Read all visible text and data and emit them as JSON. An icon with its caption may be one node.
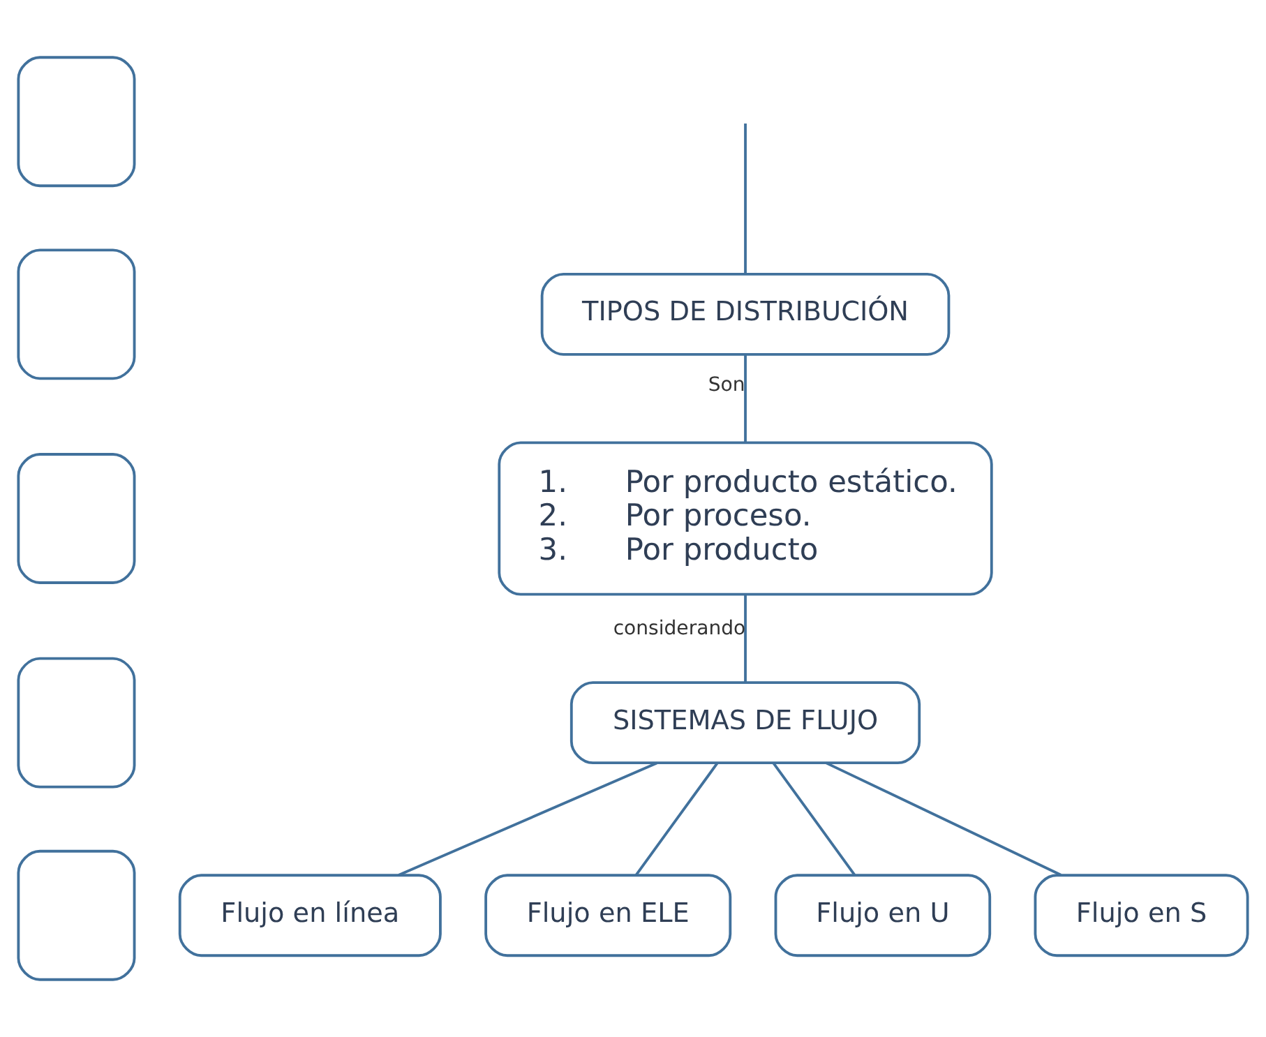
{
  "diagram": {
    "nodes": [
      {
        "text": [
          "TIPOS DE DISTRIBUCIÓN"
        ]
      },
      {
        "text": [
          "1.      Por producto estático.",
          "2.      Por proceso.",
          "3.      Por producto"
        ]
      },
      {
        "text": [
          "SISTEMAS DE FLUJO"
        ]
      },
      {
        "text": [
          "Flujo en línea"
        ]
      },
      {
        "text": [
          "Flujo en ELE"
        ]
      },
      {
        "text": [
          "Flujo en U"
        ]
      },
      {
        "text": [
          "Flujo en S"
        ]
      },
      {
        "text": [],
        "shape": "box"
      },
      {
        "text": [],
        "shape": "box"
      },
      {
        "text": [],
        "shape": "box"
      },
      {
        "text": [],
        "shape": "box"
      },
      {
        "text": [],
        "shape": "box"
      }
    ],
    "edges": [
      {
        "from": null,
        "to": 0,
        "arrow": "none"
      },
      {
        "from": 0,
        "to": 1,
        "label": "Son",
        "arrow": "none"
      },
      {
        "from": 1,
        "to": 2,
        "label": "considerando",
        "arrow": "none"
      },
      {
        "from": 2,
        "to": 3,
        "arrow": "none"
      },
      {
        "from": 2,
        "to": 4,
        "arrow": "none"
      },
      {
        "from": 2,
        "to": 5,
        "arrow": "none"
      },
      {
        "from": 2,
        "to": 6,
        "arrow": "none"
      }
    ]
  }
}
